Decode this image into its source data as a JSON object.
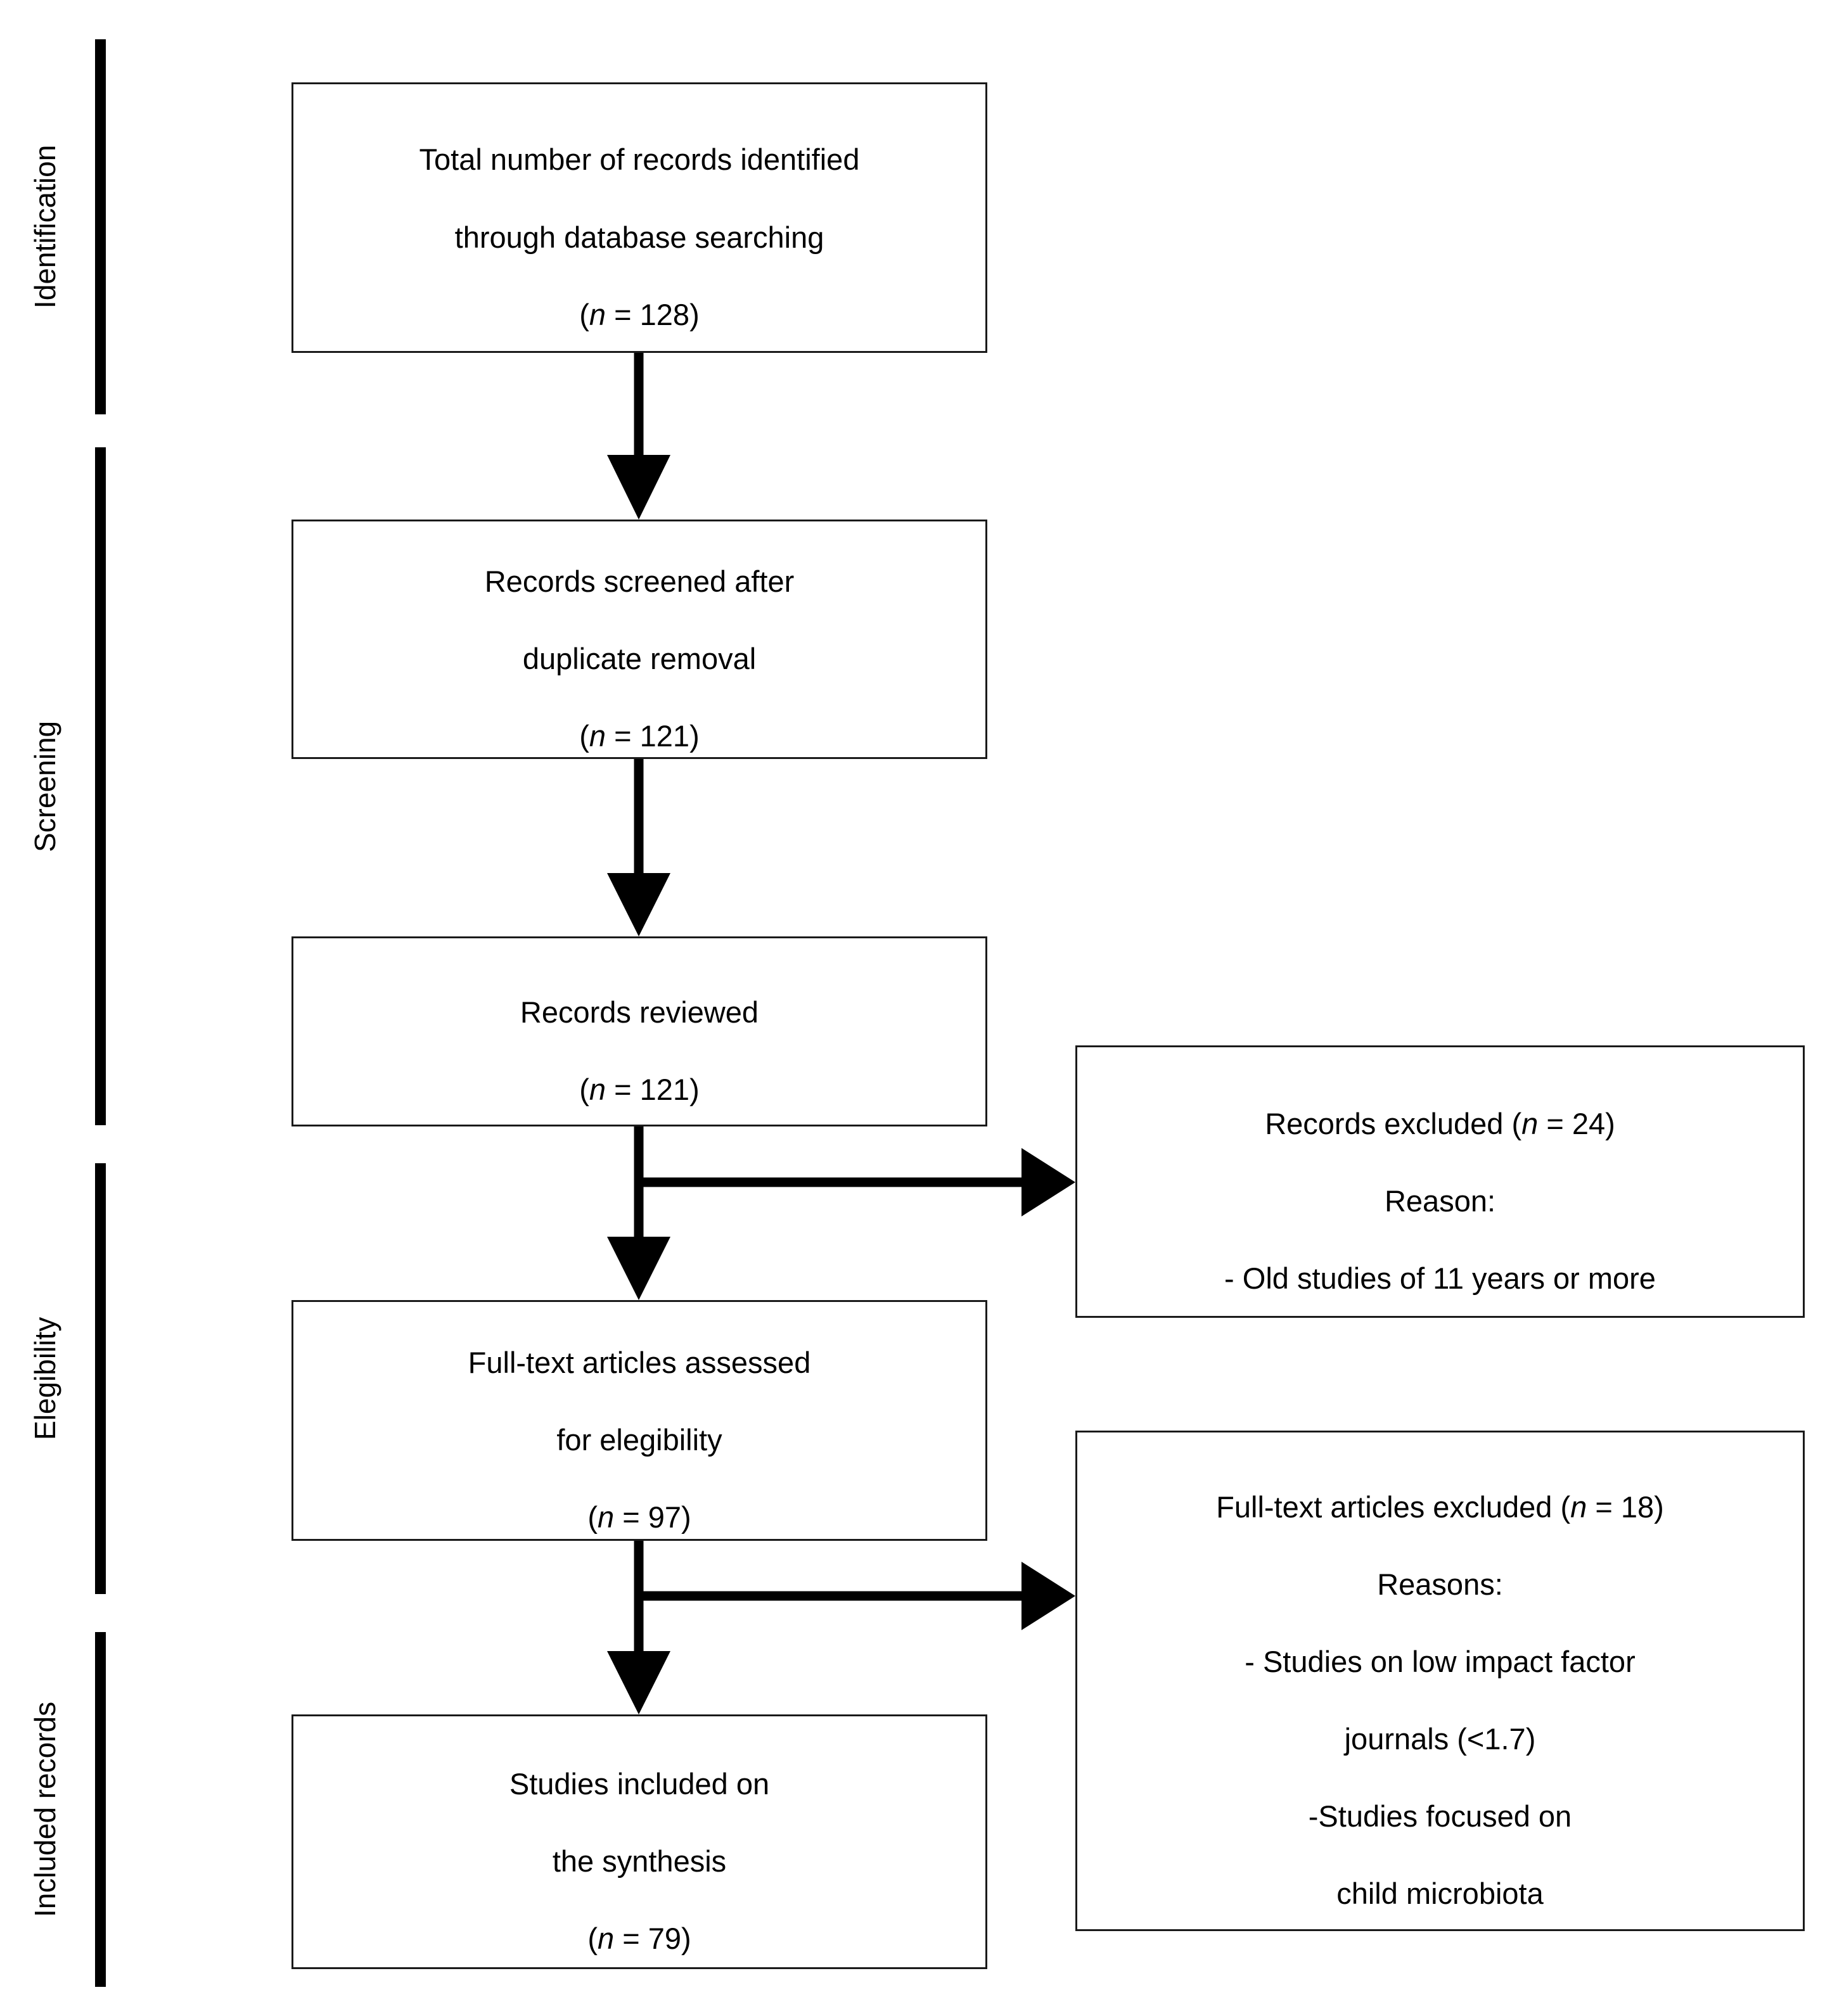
{
  "diagram": {
    "title": "PRISMA study selection flow diagram",
    "type": "flowchart",
    "stages": [
      {
        "id": "identification",
        "label": "Identification"
      },
      {
        "id": "screening",
        "label": "Screening"
      },
      {
        "id": "eligibility",
        "label": "Elegibility"
      },
      {
        "id": "included",
        "label": "Included records"
      }
    ],
    "main_boxes": [
      {
        "id": "records-identified",
        "stage": "identification",
        "lines": [
          "Total number of records identified",
          "through database searching"
        ],
        "count_prefix": "(",
        "count_var": "n",
        "count_eq": " = ",
        "count_value": "128",
        "count_suffix": ")"
      },
      {
        "id": "records-screened",
        "stage": "screening",
        "lines": [
          "Records screened after",
          "duplicate removal"
        ],
        "count_prefix": "(",
        "count_var": "n",
        "count_eq": " = ",
        "count_value": "121",
        "count_suffix": ")"
      },
      {
        "id": "records-reviewed",
        "stage": "screening",
        "lines": [
          "Records reviewed"
        ],
        "count_prefix": "(",
        "count_var": "n",
        "count_eq": " = ",
        "count_value": "121",
        "count_suffix": ")"
      },
      {
        "id": "fulltext-assessed",
        "stage": "eligibility",
        "lines": [
          "Full-text articles assessed",
          "for elegibility"
        ],
        "count_prefix": "(",
        "count_var": "n",
        "count_eq": " = ",
        "count_value": "97",
        "count_suffix": ")"
      },
      {
        "id": "studies-included",
        "stage": "included",
        "lines": [
          "Studies included on",
          "the synthesis"
        ],
        "count_prefix": "(",
        "count_var": "n",
        "count_eq": " = ",
        "count_value": "79",
        "count_suffix": ")"
      }
    ],
    "exclusion_boxes": [
      {
        "id": "records-excluded",
        "headline_prefix": "Records excluded (",
        "headline_var": "n",
        "headline_eq": " = ",
        "headline_value": "24",
        "headline_suffix": ")",
        "reasons_label": "Reason:",
        "reasons": [
          "- Old studies of 11 years or more"
        ]
      },
      {
        "id": "fulltext-excluded",
        "headline_prefix": "Full-text articles excluded (",
        "headline_var": "n",
        "headline_eq": " = ",
        "headline_value": "18",
        "headline_suffix": ")",
        "reasons_label": "Reasons:",
        "reasons": [
          "- Studies on low impact factor",
          "journals (<1.7)",
          "-Studies focused on",
          "child microbiota"
        ]
      }
    ],
    "colors": {
      "ink": "#000000",
      "box_border": "#1a1a1a",
      "background": "#ffffff"
    }
  }
}
